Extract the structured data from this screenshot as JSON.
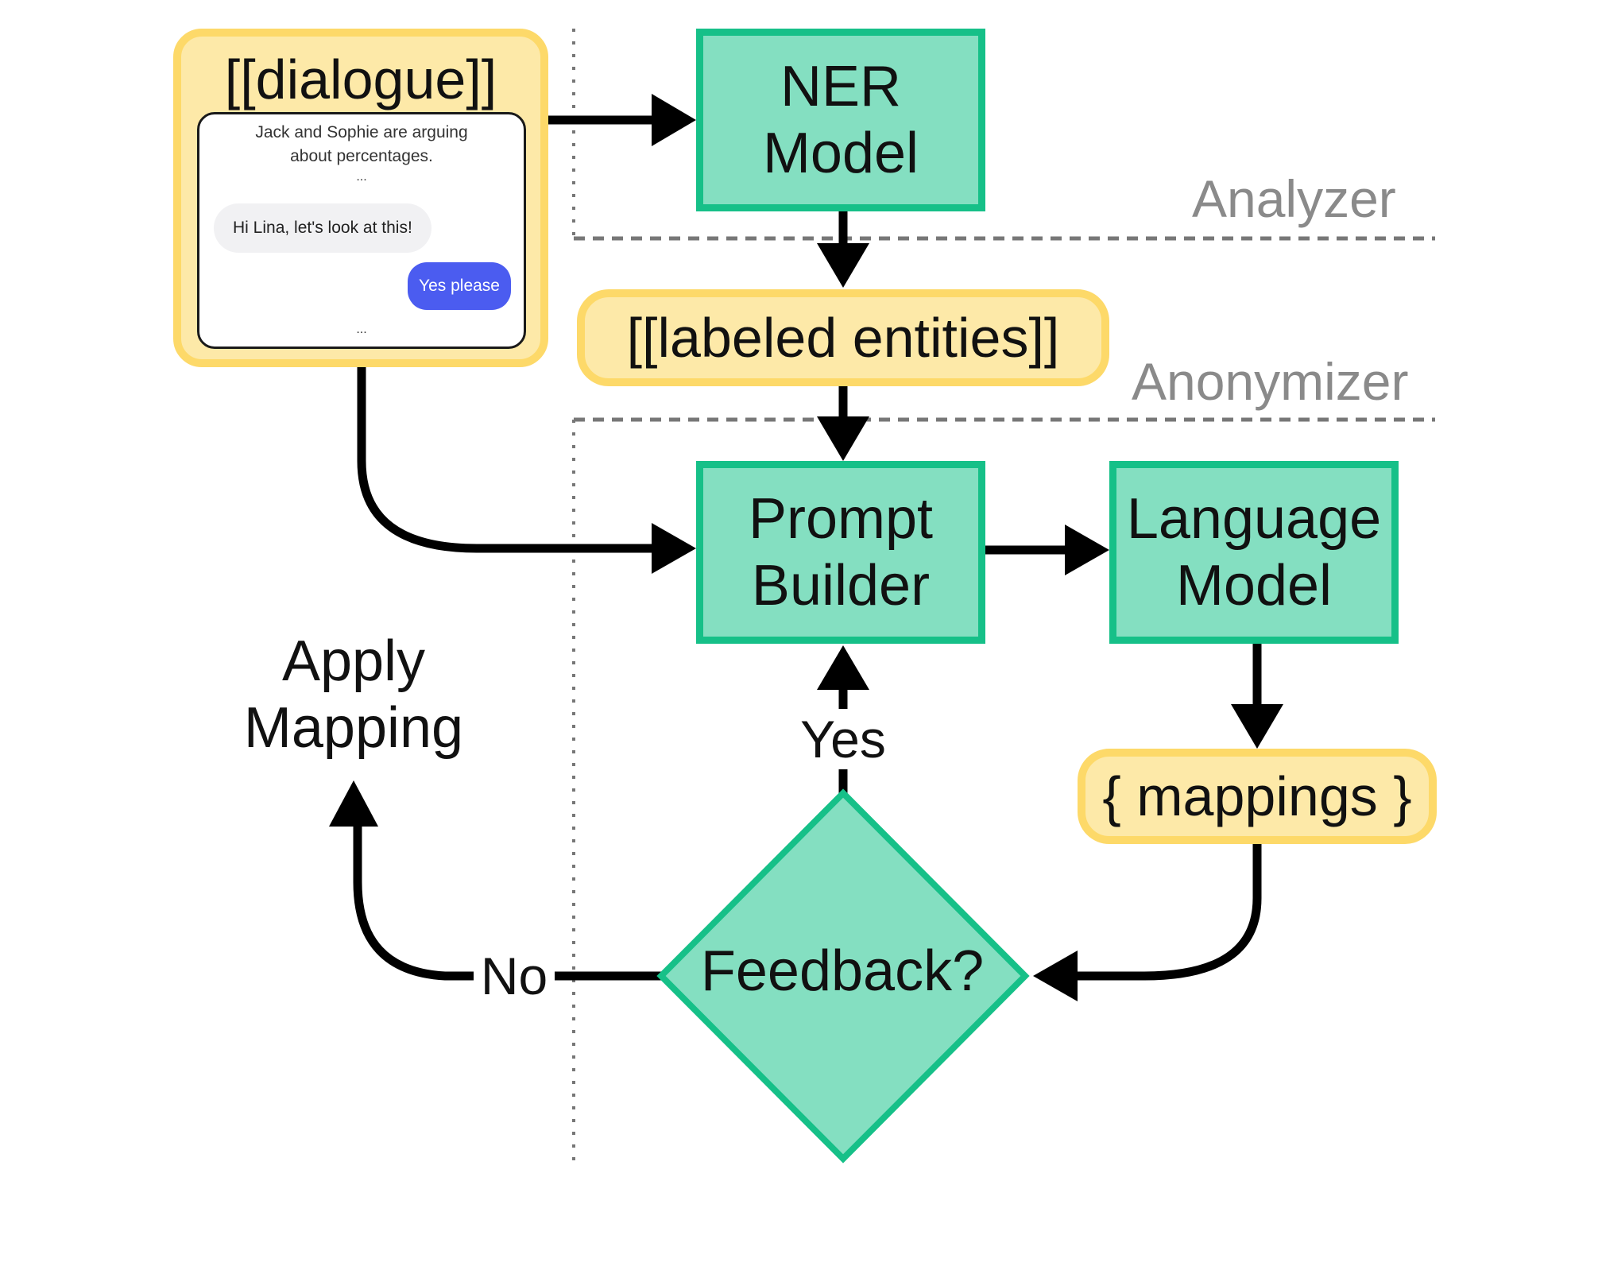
{
  "dialogue": {
    "title": "[[dialogue]]",
    "intro": "Jack and Sophie are arguing\nabout percentages.",
    "ellipsis_top": "...",
    "message_in": "Hi Lina, let's look at this!",
    "message_out": "Yes please",
    "ellipsis_bottom": "..."
  },
  "nodes": {
    "ner_model": "NER\nModel",
    "labeled_entities": "[[labeled entities]]",
    "prompt_builder": "Prompt\nBuilder",
    "language_model": "Language\nModel",
    "mappings": "{ mappings }",
    "feedback": "Feedback?",
    "apply_mapping": "Apply\nMapping"
  },
  "regions": {
    "analyzer": "Analyzer",
    "anonymizer": "Anonymizer"
  },
  "edges": {
    "yes": "Yes",
    "no": "No"
  },
  "colors": {
    "yellow_fill": "#fde9a8",
    "yellow_border": "#fdd969",
    "green_fill": "#84dfc1",
    "green_border": "#16c088",
    "chat_out_bubble": "#4b5cf0",
    "region_label": "#8a8a8a"
  }
}
